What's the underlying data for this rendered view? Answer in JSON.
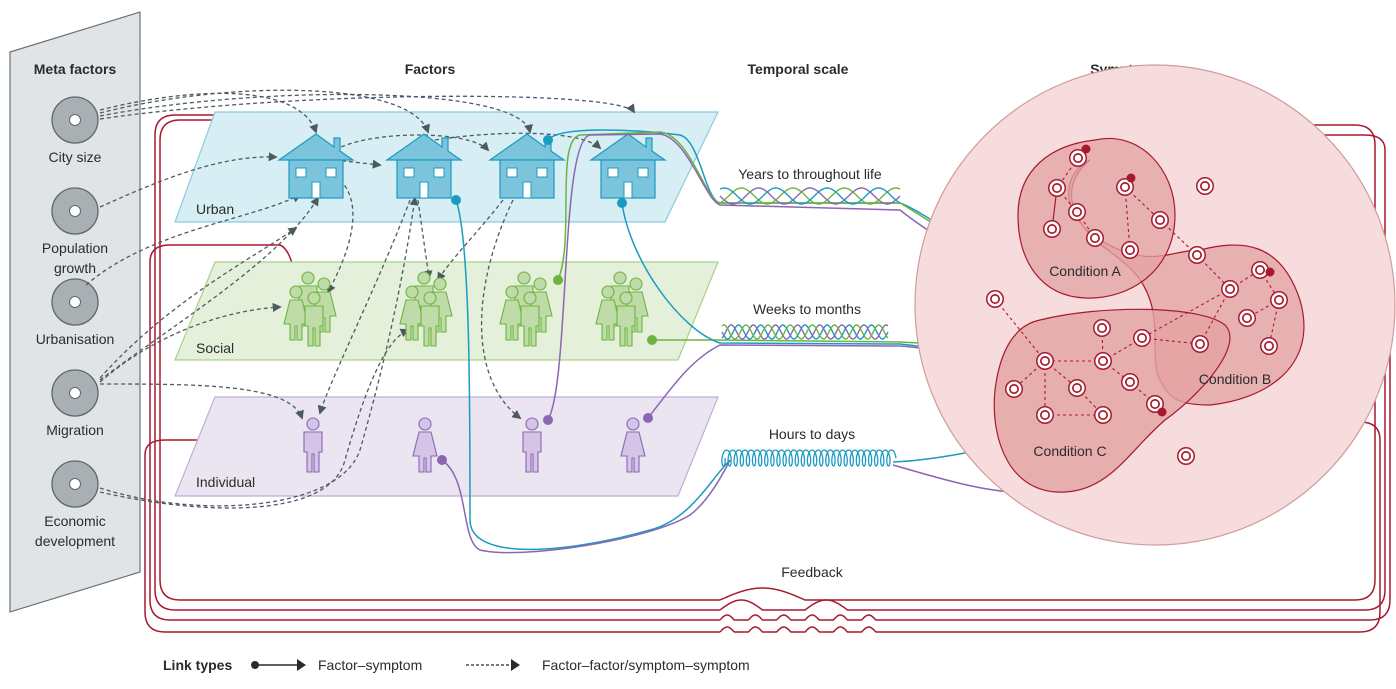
{
  "headers": {
    "meta_factors": "Meta factors",
    "factors": "Factors",
    "temporal_scale": "Temporal scale",
    "symptoms": "Symptoms"
  },
  "meta_factors": [
    {
      "label_lines": [
        "City size"
      ]
    },
    {
      "label_lines": [
        "Population",
        "growth"
      ]
    },
    {
      "label_lines": [
        "Urbanisation"
      ]
    },
    {
      "label_lines": [
        "Migration"
      ]
    },
    {
      "label_lines": [
        "Economic",
        "development"
      ]
    }
  ],
  "planes": [
    {
      "label": "Urban",
      "icon": "house-icon",
      "count": 4,
      "color": "#7cc4dc"
    },
    {
      "label": "Social",
      "icon": "group-icon",
      "count": 4,
      "color": "#9cca78"
    },
    {
      "label": "Individual",
      "icon": "person-icon",
      "count": 4,
      "color": "#b9a3d6"
    }
  ],
  "temporal_scales": [
    {
      "label": "Years to throughout life"
    },
    {
      "label": "Weeks to months"
    },
    {
      "label": "Hours to days"
    }
  ],
  "conditions": [
    {
      "label": "Condition A"
    },
    {
      "label": "Condition B"
    },
    {
      "label": "Condition C"
    }
  ],
  "feedback": {
    "label": "Feedback"
  },
  "legend": {
    "title": "Link types",
    "items": [
      {
        "label": "Factor–symptom",
        "type": "solid-dot-arrow"
      },
      {
        "label": "Factor–factor/symptom–symptom",
        "type": "dashed-arrow"
      }
    ]
  },
  "colors": {
    "urban": "#1a9bc0",
    "social": "#6cb33f",
    "individual": "#8a66b3",
    "feedback": "#a8192e",
    "dashed": "#4d5a60",
    "symptom_field": "#f4d6d6",
    "condition_fill": "#dc9a9a"
  }
}
